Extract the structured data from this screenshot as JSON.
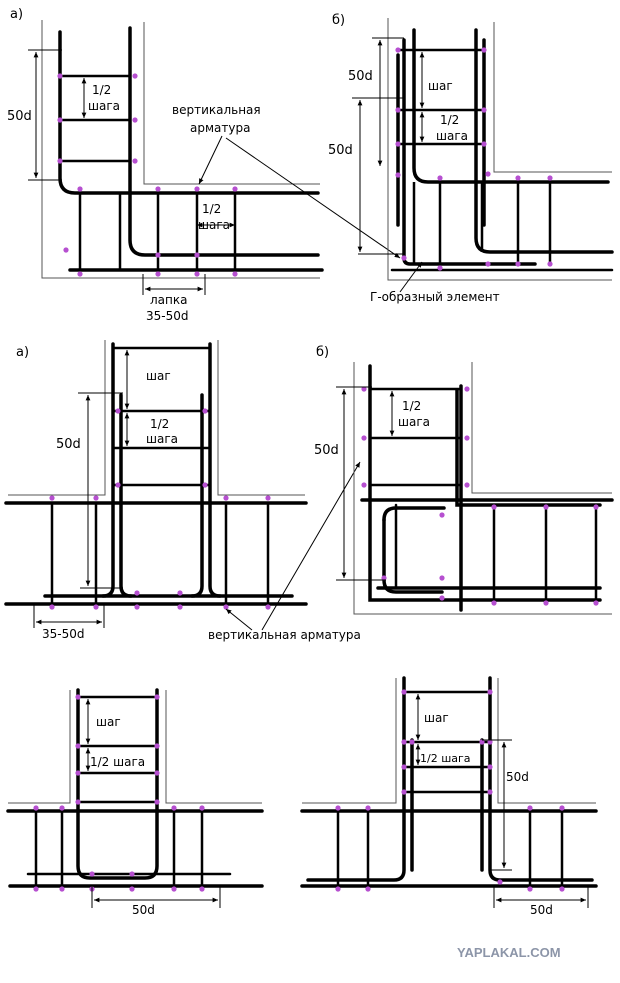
{
  "colors": {
    "rebar": "#000000",
    "outline": "#555555",
    "dot": "#b64fd0",
    "watermark": "#8c95a8"
  },
  "labels": {
    "a": "а)",
    "b": "б)",
    "d50": "50d",
    "half": "1/2",
    "shaga": "шага",
    "shag": "шаг",
    "half_step": "1/2 шага",
    "vert1": "вертикальная",
    "vert2": "арматура",
    "vert_full": "вертикальная арматура",
    "lapka": "лапка",
    "lapka_len": "35-50d",
    "range": "35-50d",
    "g_element": "Г-образный элемент"
  },
  "watermark": "YAPLAKAL.COM"
}
